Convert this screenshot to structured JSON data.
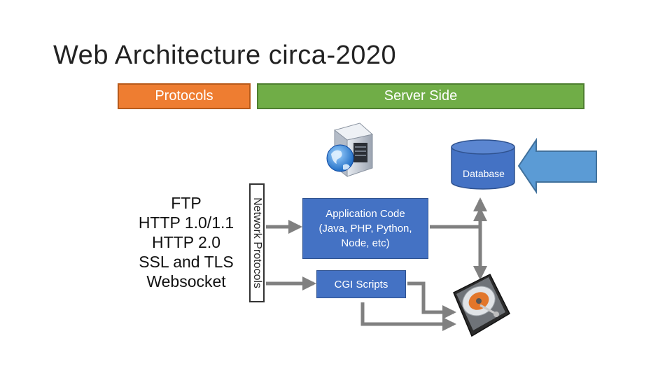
{
  "slide": {
    "title": "Web Architecture circa-2020",
    "headers": {
      "protocols": "Protocols",
      "server_side": "Server Side"
    },
    "protocol_list": [
      "FTP",
      "HTTP 1.0/1.1",
      "HTTP 2.0",
      "SSL and TLS",
      "Websocket"
    ],
    "network_label": "Network Protocols",
    "app_code": {
      "line1": "Application Code",
      "line2": "(Java, PHP, Python,",
      "line3": "Node, etc)"
    },
    "cgi": "CGI Scripts",
    "database": "Database",
    "icons": [
      "web-server-icon",
      "hard-drive-icon",
      "callout-arrow-icon"
    ],
    "colors": {
      "protocols": "#ee7d31",
      "server_side": "#70ad47",
      "boxes": "#4472c4",
      "arrows": "#808080"
    }
  }
}
